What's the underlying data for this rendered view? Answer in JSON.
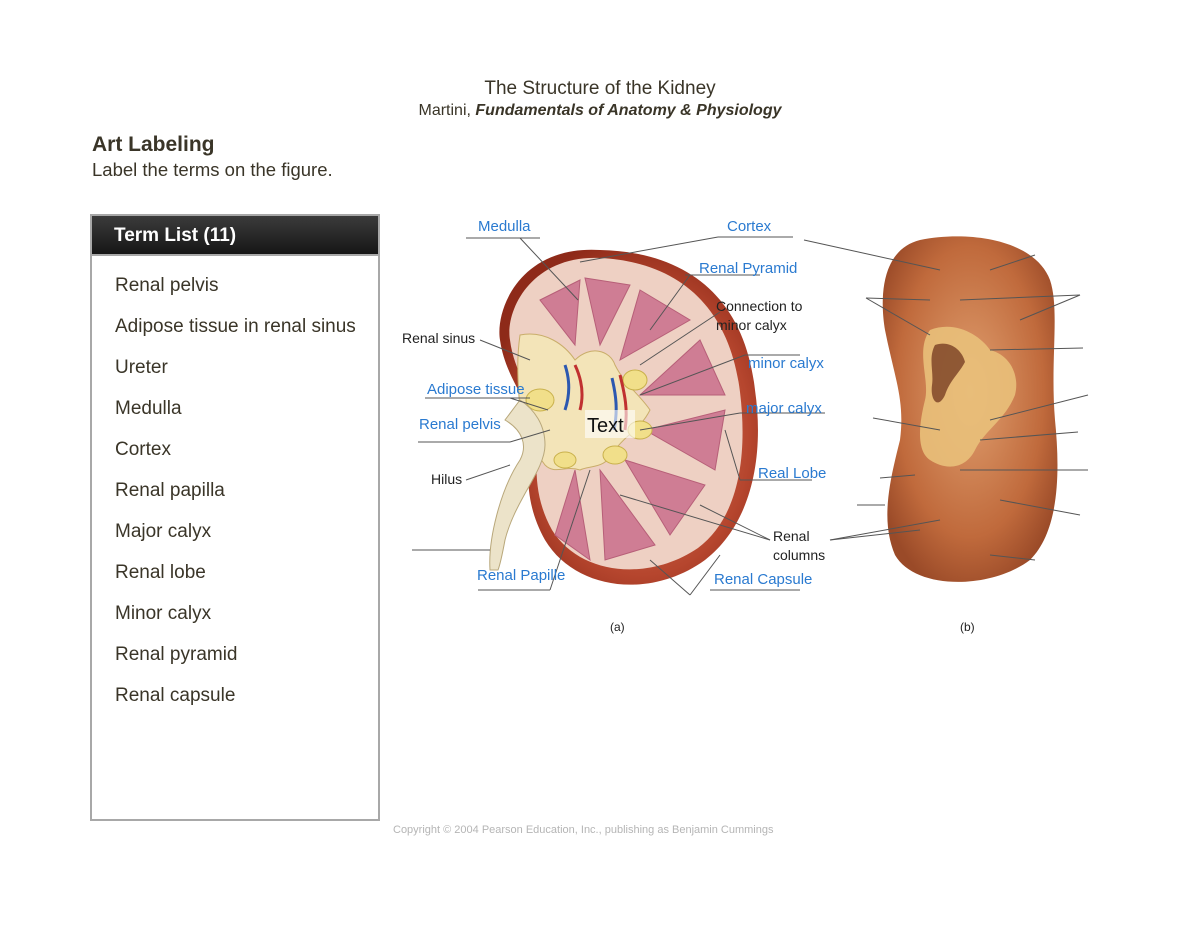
{
  "header": {
    "title": "The Structure of the Kidney",
    "author": "Martini,",
    "book": "Fundamentals of Anatomy & Physiology"
  },
  "instructions": {
    "title": "Art Labeling",
    "text": "Label the terms on the figure."
  },
  "term_list": {
    "header": "Term List (11)",
    "terms": [
      "Renal pelvis",
      "Adipose tissue in renal sinus",
      "Ureter",
      "Medulla",
      "Cortex",
      "Renal papilla",
      "Major calyx",
      "Renal lobe",
      "Minor calyx",
      "Renal pyramid",
      "Renal capsule"
    ]
  },
  "figure": {
    "answer_labels": {
      "medulla": "Medulla",
      "cortex": "Cortex",
      "renal_pyramid": "Renal Pyramid",
      "minor_calyx": "minor calyx",
      "adipose": "Adipose tissue",
      "major_calyx": "major calyx",
      "renal_pelvis": "Renal pelvis",
      "real_lobe": "Real Lobe",
      "renal_papilla": "Renal Papille",
      "renal_capsule": "Renal Capsule"
    },
    "printed_labels": {
      "connection_1": "Connection to",
      "connection_2": "minor calyx",
      "renal_sinus": "Renal sinus",
      "hilus": "Hilus",
      "columns_1": "Renal",
      "columns_2": "columns",
      "text_box": "Text",
      "panel_a": "(a)",
      "panel_b": "(b)"
    },
    "answer_color": "#2a7ad0"
  },
  "footer": {
    "copyright": "Copyright © 2004 Pearson Education, Inc., publishing as Benjamin Cummings"
  }
}
